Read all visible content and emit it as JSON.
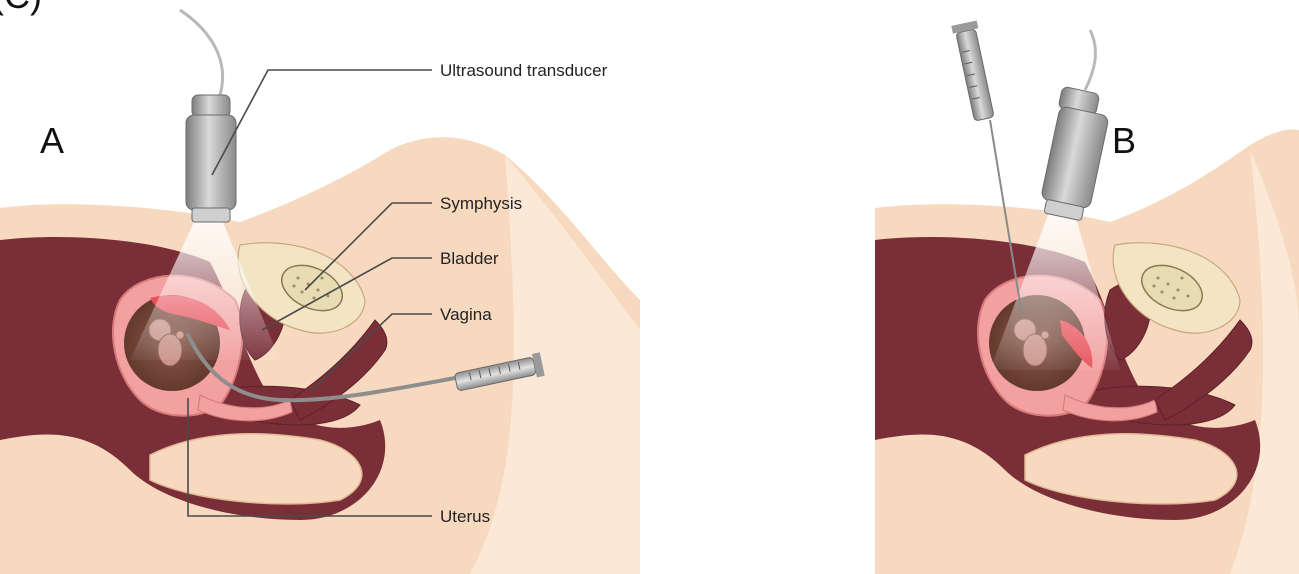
{
  "corner_label": "(C)",
  "panels": [
    {
      "letter": "A"
    },
    {
      "letter": "B"
    }
  ],
  "callouts": {
    "ultrasound_transducer": "Ultrasound transducer",
    "symphysis": "Symphysis",
    "bladder": "Bladder",
    "vagina": "Vagina",
    "uterus": "Uterus"
  },
  "colors": {
    "skin": "#f7d9bf",
    "skin_light": "#fbe8d7",
    "tissue_dark": "#7a2f38",
    "uterus_pink": "#f2a0a0",
    "amniotic_red": "#e8505a",
    "fetus": "#9a6a5a",
    "bone_bg": "#f3e4c4",
    "probe_gray": "#a9a9a9"
  }
}
